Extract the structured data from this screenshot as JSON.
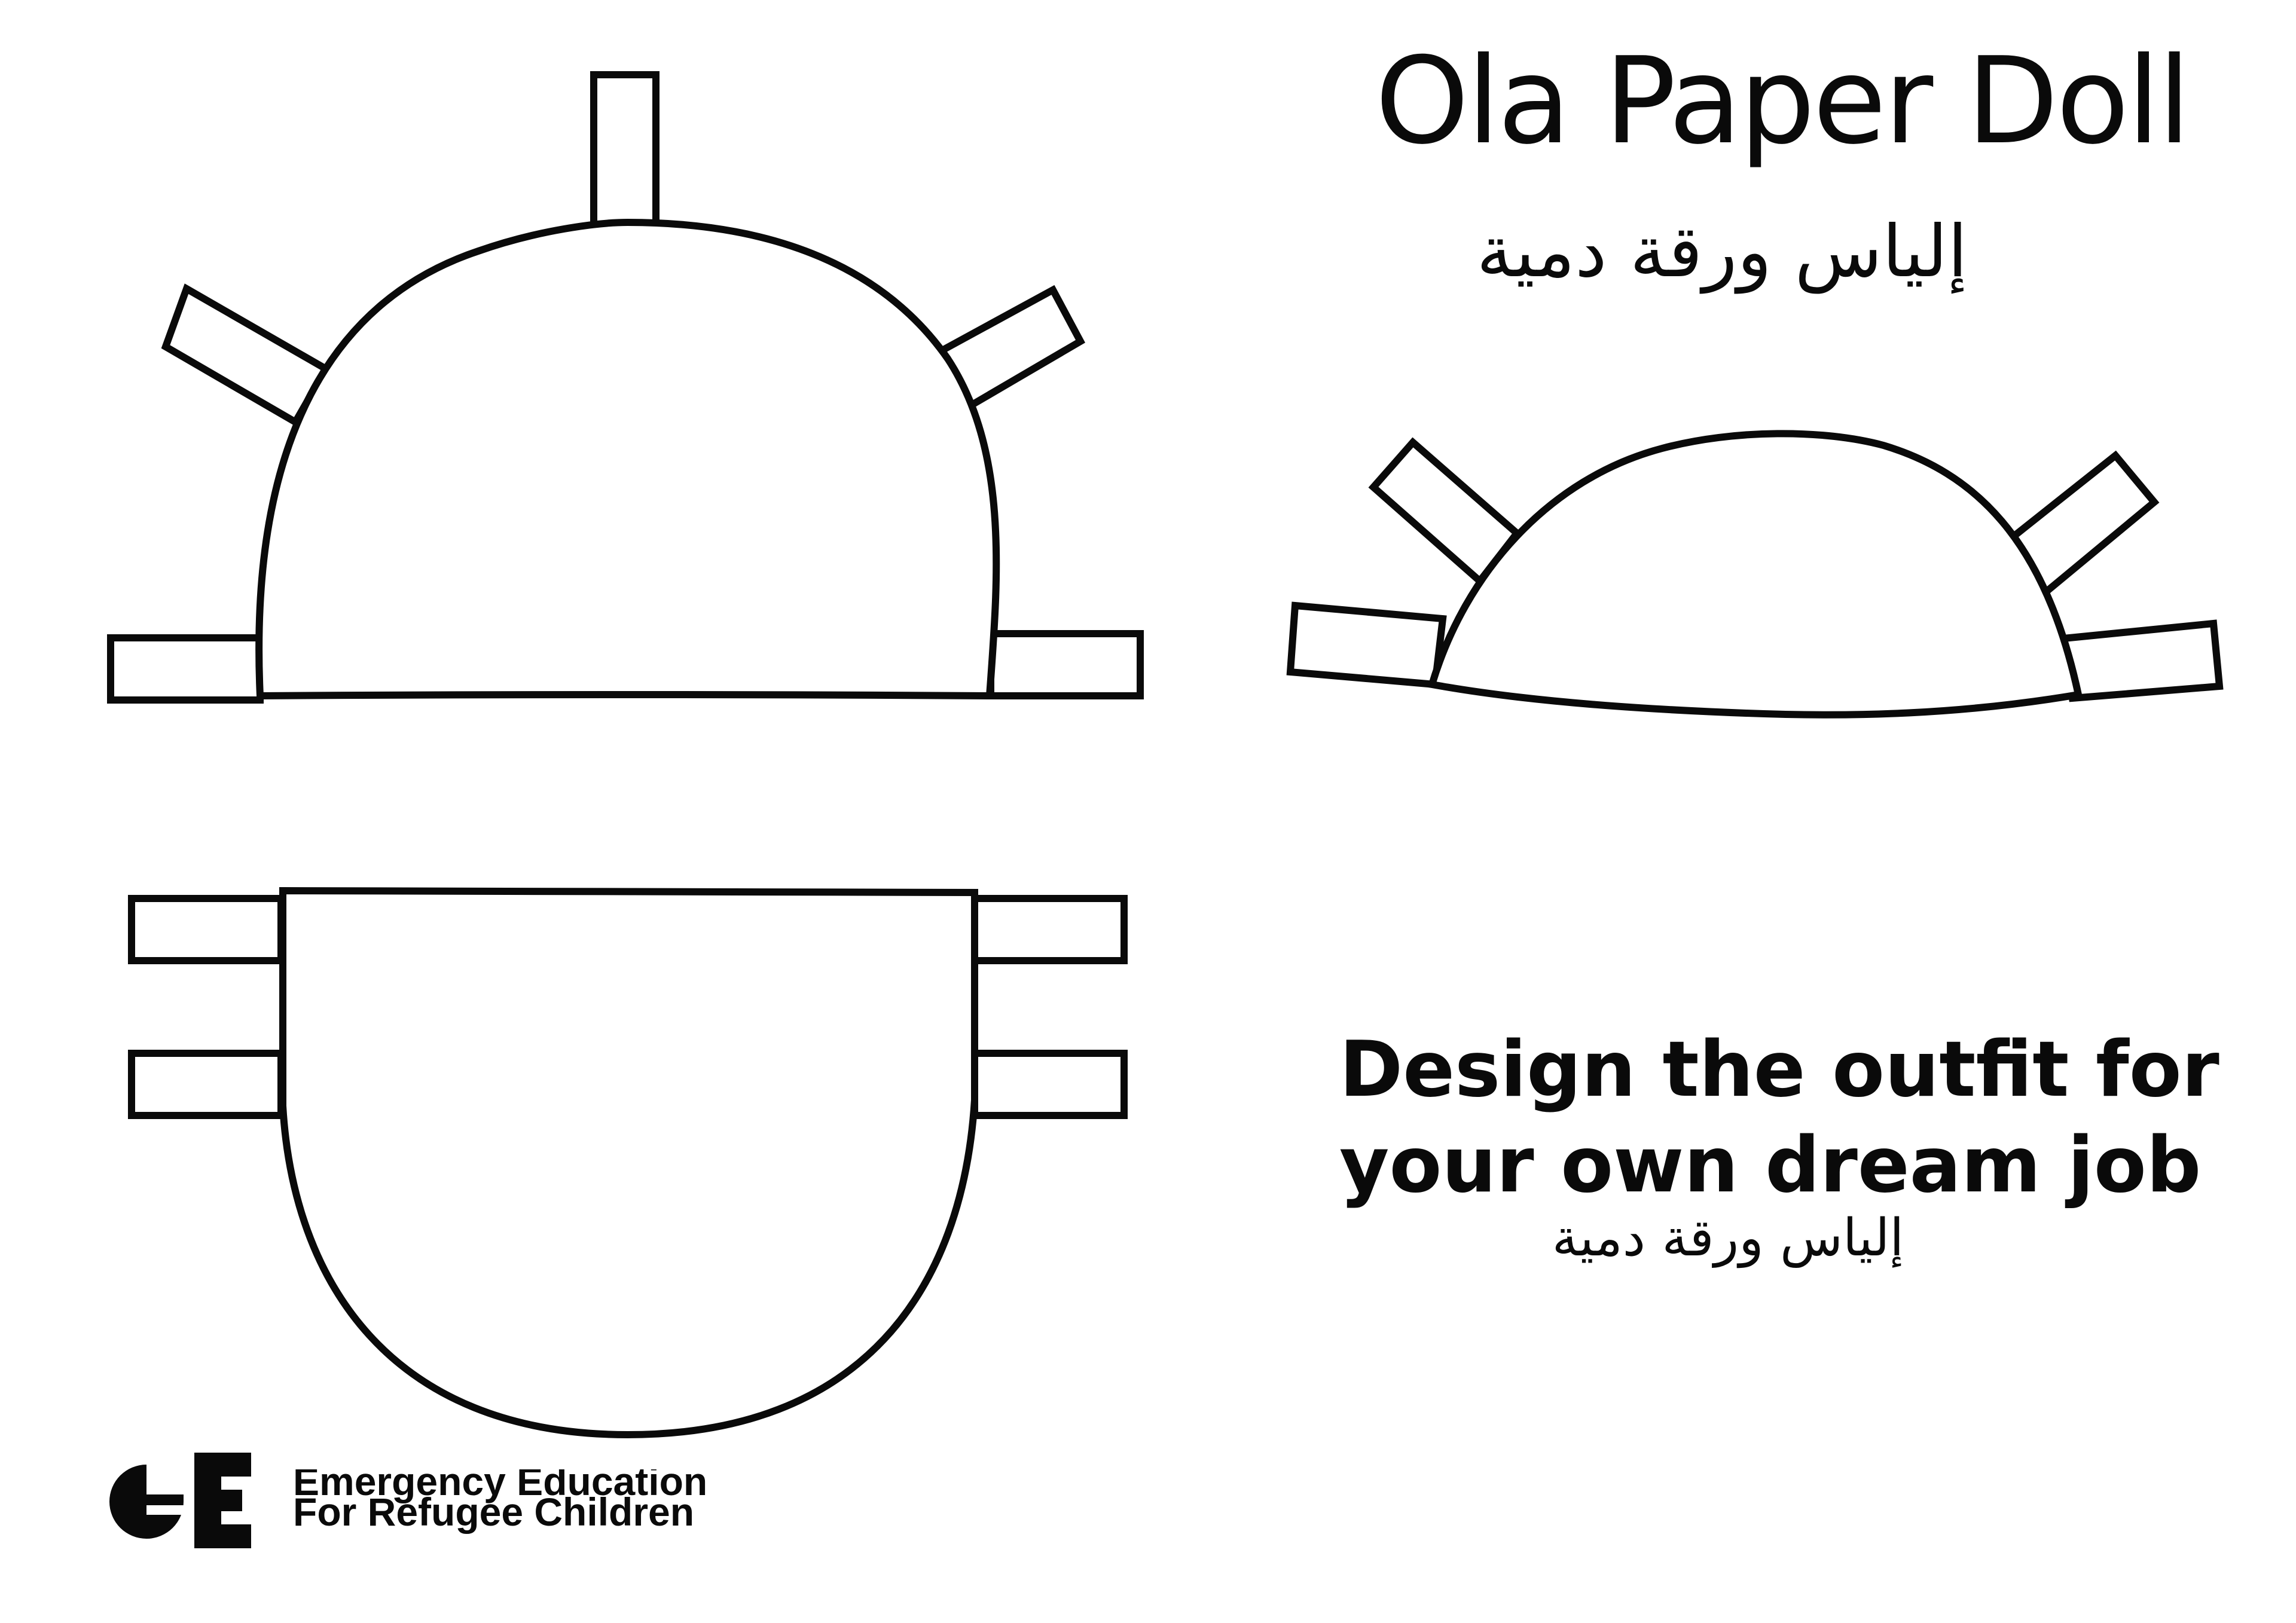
{
  "document": {
    "title": "Ola Paper Doll",
    "title_ar": "إلياس ورقة دمية",
    "tagline_lines": [
      "Design the outfit for",
      "your own dream job"
    ],
    "tagline_ar": "إلياس ورقة دمية"
  },
  "pieces": {
    "large_cap": "hat-piece",
    "small_cap": "hat-piece",
    "pocket": "apron-piece"
  },
  "logo": {
    "name_line_1": "Emergency Education",
    "name_line_2": "For Refugee Children",
    "mark": "ee-logo-icon"
  },
  "colors": {
    "ink": "#0a0a0a",
    "paper": "#ffffff"
  }
}
